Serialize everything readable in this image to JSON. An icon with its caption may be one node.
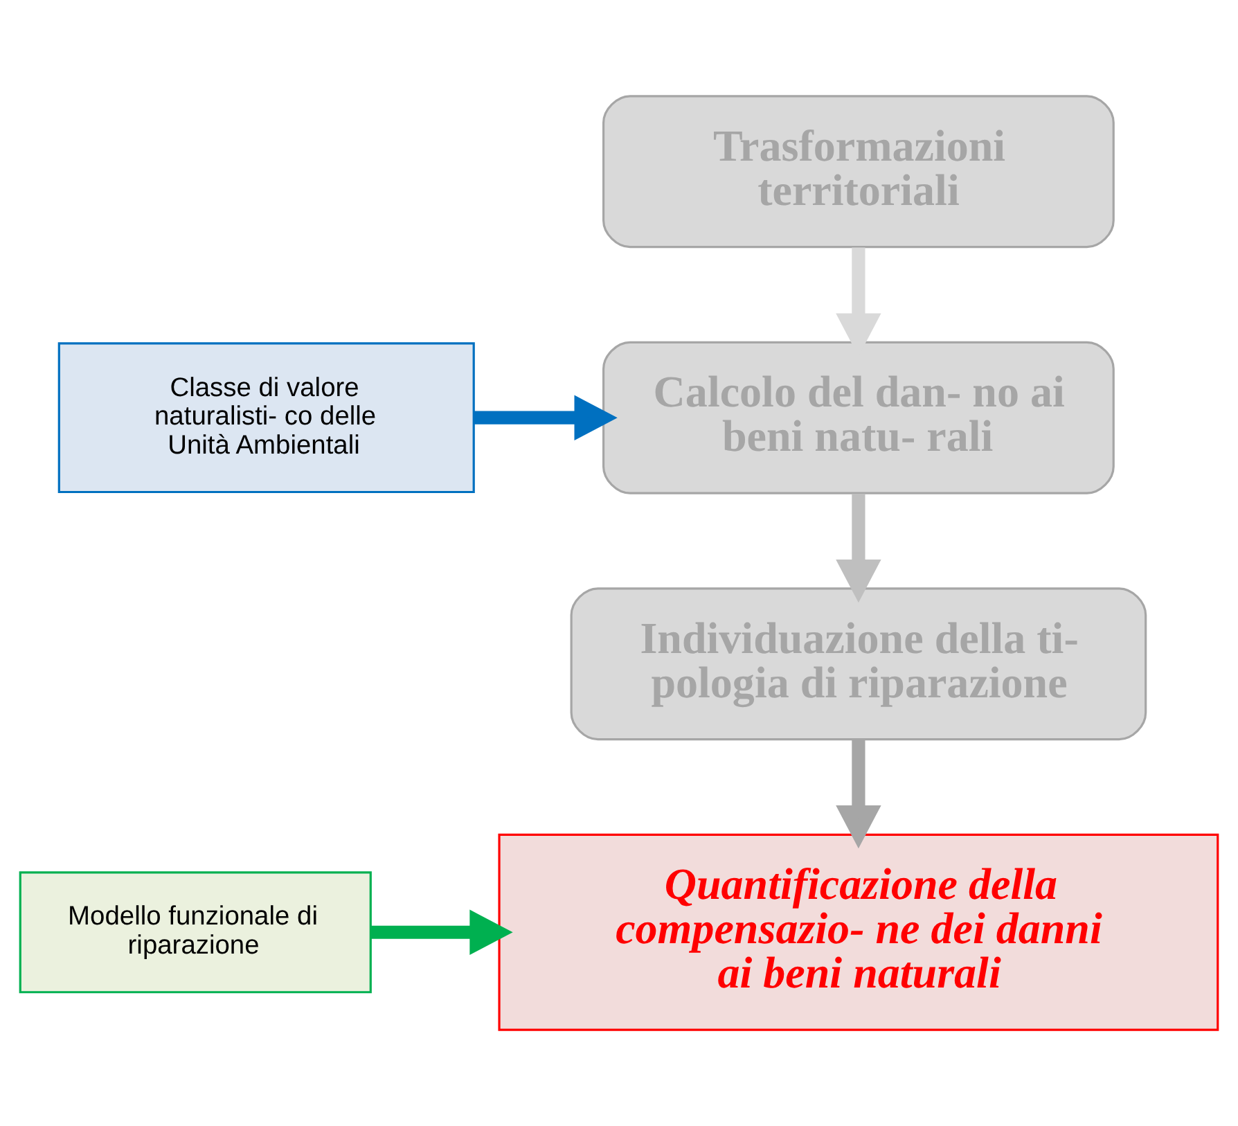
{
  "diagram": {
    "nodes": [
      {
        "text": [
          "Trasformazioni territoriali"
        ]
      },
      {
        "text": [
          "Classe di valore naturalisti- co delle  Unità Ambientali"
        ]
      },
      {
        "text": [
          "Calcolo del dan- no ai beni natu- rali"
        ]
      },
      {
        "text": [
          "Individuazione della ti- pologia di riparazione"
        ]
      },
      {
        "text": [
          "Modello funzionale di riparazione"
        ]
      },
      {
        "text": [
          "Quantificazione della compensazio- ne dei danni ai beni naturali"
        ]
      }
    ],
    "edges": [
      {
        "from": 0,
        "to": 2,
        "arrow": "to",
        "color": "#d9d9d9"
      },
      {
        "from": 1,
        "to": 2,
        "arrow": "to",
        "color": "#0070c0"
      },
      {
        "from": 2,
        "to": 3,
        "arrow": "to",
        "color": "#bfbfbf"
      },
      {
        "from": 3,
        "to": 5,
        "arrow": "to",
        "color": "#a6a6a6"
      },
      {
        "from": 4,
        "to": 5,
        "arrow": "to",
        "color": "#00b050"
      }
    ]
  }
}
